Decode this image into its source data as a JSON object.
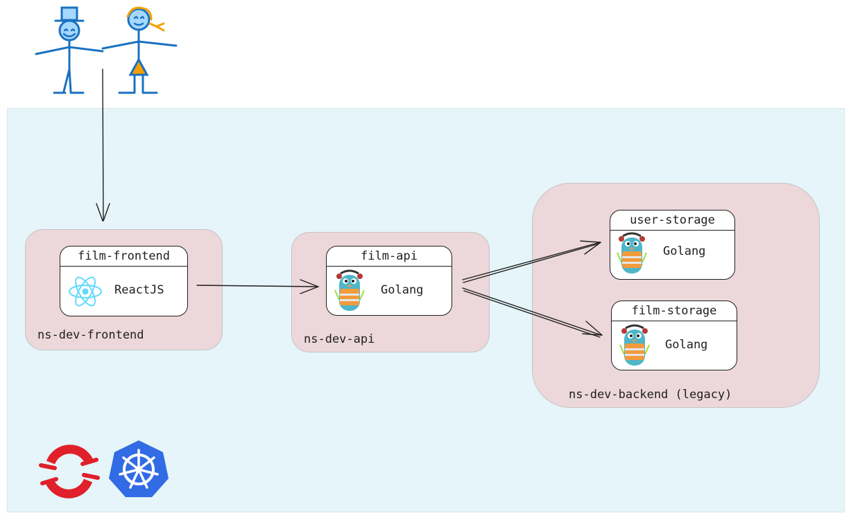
{
  "users": {
    "people": [
      "man-stick-figure",
      "woman-stick-figure"
    ]
  },
  "namespaces": {
    "frontend": {
      "label": "ns-dev-frontend"
    },
    "api": {
      "label": "ns-dev-api"
    },
    "backend": {
      "label": "ns-dev-backend (legacy)"
    }
  },
  "services": {
    "film_frontend": {
      "name": "film-frontend",
      "tech": "ReactJS",
      "icon": "react-icon"
    },
    "film_api": {
      "name": "film-api",
      "tech": "Golang",
      "icon": "gopher-icon"
    },
    "user_storage": {
      "name": "user-storage",
      "tech": "Golang",
      "icon": "gopher-icon"
    },
    "film_storage": {
      "name": "film-storage",
      "tech": "Golang",
      "icon": "gopher-icon"
    }
  },
  "logos": [
    "openshift-logo",
    "kubernetes-logo"
  ],
  "colors": {
    "cluster_bg": "#e5f5f9",
    "namespace_bg": "#ecd7da",
    "figure_blue": "#1971c2",
    "figure_orange": "#f59f00",
    "react_cyan": "#61dafb",
    "gopher_blue": "#4eb6c8",
    "openshift_red": "#e0202a",
    "kubernetes_blue": "#326ce5"
  }
}
